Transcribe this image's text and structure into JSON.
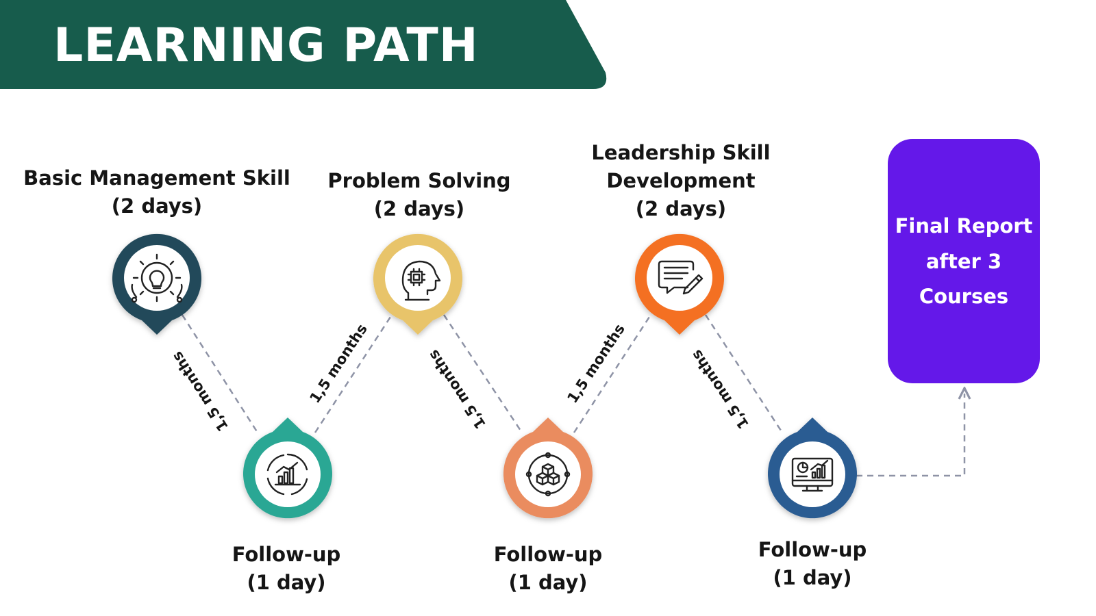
{
  "title": "LEARNING PATH",
  "colors": {
    "banner": "#175c4c",
    "node_1": "#23495a",
    "node_2": "#2ca794",
    "node_3": "#e8c46a",
    "node_4": "#ea8c5e",
    "node_5": "#f47021",
    "node_6": "#2c5c92",
    "final_box": "#6418e9",
    "connector": "#8e93a6"
  },
  "nodes": [
    {
      "line1": "Basic Management Skill",
      "line2": "(2 days)",
      "icon": "gear-lightbulb-icon"
    },
    {
      "line1": "Follow-up",
      "line2": "(1 day)",
      "icon": "circular-chart-icon"
    },
    {
      "line1": "Problem Solving",
      "line2": "(2 days)",
      "icon": "head-chip-icon"
    },
    {
      "line1": "Follow-up",
      "line2": "(1 day)",
      "icon": "cubes-network-icon"
    },
    {
      "line1": "Leadership Skill",
      "line2": "Development",
      "line3": "(2 days)",
      "icon": "document-pen-icon"
    },
    {
      "line1": "Follow-up",
      "line2": "(1 day)",
      "icon": "monitor-chart-icon"
    }
  ],
  "durations": [
    "1,5 months",
    "1,5 months",
    "1,5 months",
    "1,5 months",
    "1,5 months"
  ],
  "final": {
    "line1": "Final Report",
    "line2": "after 3",
    "line3": "Courses"
  }
}
